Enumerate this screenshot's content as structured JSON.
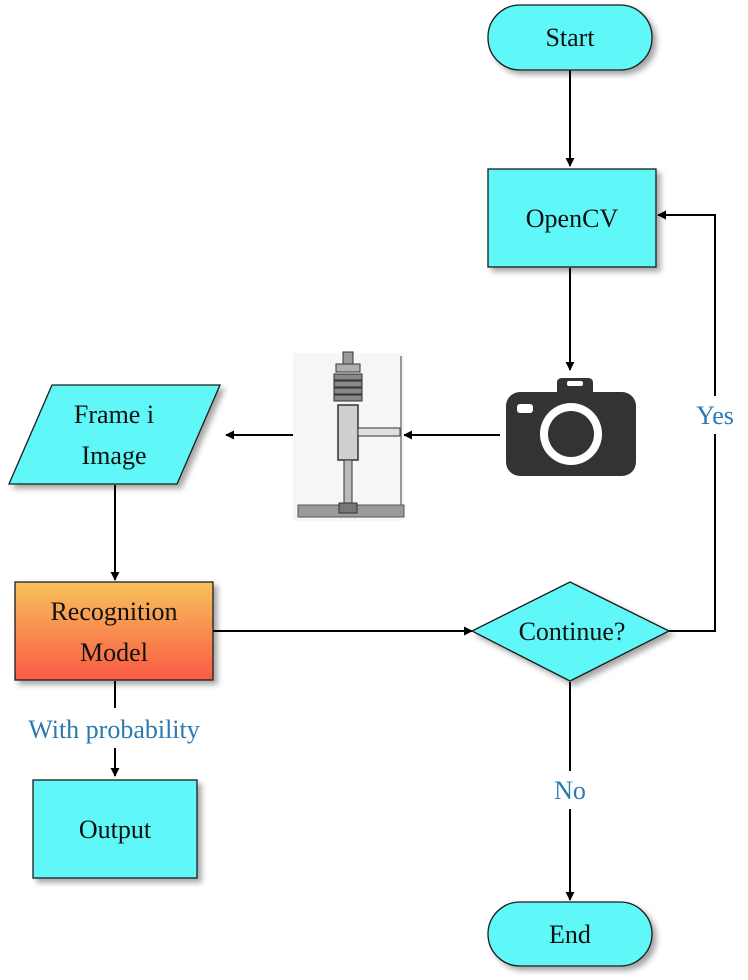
{
  "colors": {
    "node_fill": "#5ef7f7",
    "gradient_top": "#f6c25a",
    "gradient_bottom": "#fb5a45",
    "edge_label": "#2c79b0",
    "camera": "#333333"
  },
  "nodes": {
    "start": "Start",
    "opencv": "OpenCV",
    "frame_line1": "Frame i",
    "frame_line2": "Image",
    "recognition_line1": "Recognition",
    "recognition_line2": "Model",
    "continue": "Continue?",
    "output": "Output",
    "end": "End"
  },
  "edge_labels": {
    "yes": "Yes",
    "no": "No",
    "with_probability": "With probability"
  },
  "icons": {
    "camera": "camera-icon",
    "valve": "valve-image"
  }
}
